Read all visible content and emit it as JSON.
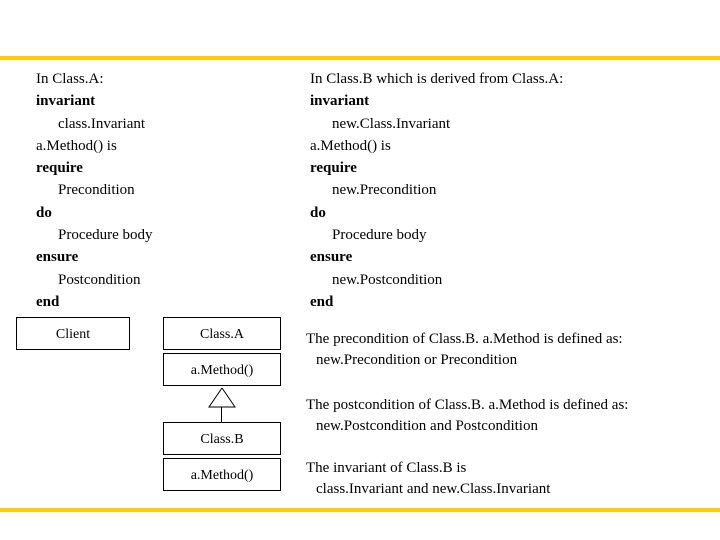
{
  "slide": {
    "accent_color": "#FFCC00",
    "background": "#FFFFFF"
  },
  "code_left": {
    "l1": "In Class.A:",
    "l2_kw": "invariant",
    "l3": "class.Invariant",
    "l4": "a.Method() is",
    "l5_kw": "require",
    "l6": "Precondition",
    "l7_kw": "do",
    "l8": "Procedure body",
    "l9_kw": "ensure",
    "l10": "Postcondition",
    "l11_kw": "end"
  },
  "code_right": {
    "l1": "In Class.B which is derived from Class.A:",
    "l2_kw": "invariant",
    "l3": "new.Class.Invariant",
    "l4": "a.Method() is",
    "l5_kw": "require",
    "l6": "new.Precondition",
    "l7_kw": "do",
    "l8": "Procedure body",
    "l9_kw": "ensure",
    "l10": "new.Postcondition",
    "l11_kw": "end"
  },
  "diagram": {
    "client": "Client",
    "classA": "Class.A",
    "classA_op": "a.Method()",
    "classB": "Class.B",
    "classB_op": "a.Method()"
  },
  "notes": {
    "precondition_line1": "The precondition of Class.B. a.Method is defined as:",
    "precondition_line2_a": "new.Precondition ",
    "precondition_line2_op": "or",
    "precondition_line2_b": " Precondition",
    "postcondition_line1": "The postcondition of Class.B. a.Method is defined as:",
    "postcondition_line2_a": "new.Postcondition ",
    "postcondition_line2_op": "and",
    "postcondition_line2_b": " Postcondition",
    "invariant_line1": "The invariant of Class.B is",
    "invariant_line2_a": "class.Invariant ",
    "invariant_line2_op": "and",
    "invariant_line2_b": " new.Class.Invariant"
  }
}
